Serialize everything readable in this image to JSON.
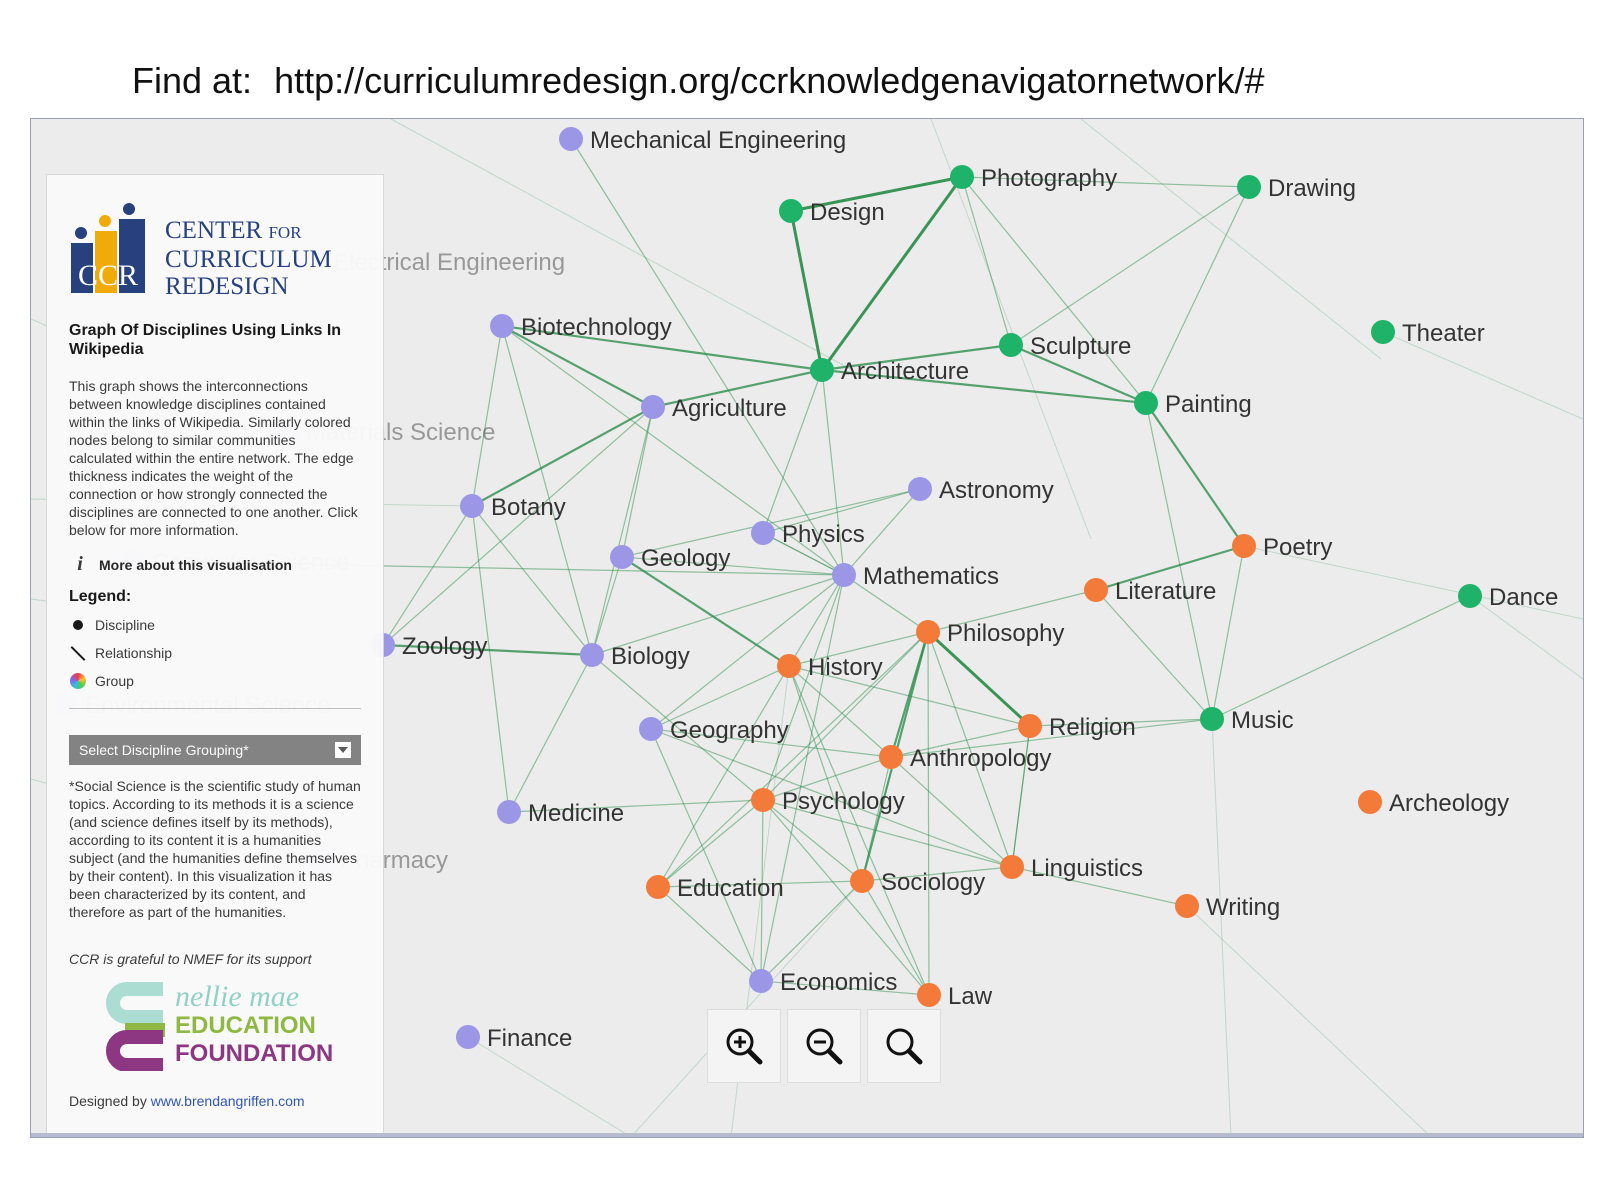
{
  "caption": {
    "prefix": "Find at:",
    "url": "http://curriculumredesign.org/ccrknowledgenavigatornetwork/#"
  },
  "sidebar": {
    "logo": {
      "line1": "CENTER",
      "line1_small": "FOR",
      "line2": "CURRICULUM",
      "line3": "REDESIGN",
      "mark": "CCR"
    },
    "title": "Graph Of Disciplines Using Links In Wikipedia",
    "description": "This graph shows the interconnections between knowledge disciplines contained within the links of Wikipedia. Similarly colored nodes belong to similar communities calculated within the entire network. The edge thickness indicates the weight of the connection or how strongly connected the disciplines are connected to one another. Click below for more information.",
    "more_label": "More about this visualisation",
    "legend_title": "Legend:",
    "legend": [
      {
        "icon": "dot-icon",
        "label": "Discipline"
      },
      {
        "icon": "line-icon",
        "label": "Relationship"
      },
      {
        "icon": "color-wheel-icon",
        "label": "Group"
      }
    ],
    "select_label": "Select Discipline Grouping*",
    "note": "*Social Science is the scientific study of human topics. According to its methods it is a science (and science defines itself by its methods), according to its content it is a humanities subject (and the humanities define themselves by their content). In this visualization it has been characterized by its content, and therefore as part of the humanities.",
    "grateful": "CCR is grateful to NMEF for its support",
    "nellie": {
      "line1": "nellie mae",
      "line2": "EDUCATION",
      "line3": "FOUNDATION"
    },
    "designed_prefix": "Designed by",
    "designed_link": "www.brendangriffen.com"
  },
  "colors": {
    "science": "#9b97e6",
    "arts": "#1fb36a",
    "humanities": "#f47a3a",
    "edge": "#2f8f4e"
  },
  "zoom": {
    "in_icon": "zoom-in-icon",
    "out_icon": "zoom-out-icon",
    "reset_icon": "zoom-reset-icon"
  },
  "graph": {
    "nodes": [
      {
        "label": "Mechanical Engineering",
        "group": "science"
      },
      {
        "label": "Electrical Engineering",
        "group": "science"
      },
      {
        "label": "Materials Science",
        "group": "science"
      },
      {
        "label": "Computer Science",
        "group": "science"
      },
      {
        "label": "Environmental Science",
        "group": "science"
      },
      {
        "label": "Biotechnology",
        "group": "science"
      },
      {
        "label": "Agriculture",
        "group": "science"
      },
      {
        "label": "Botany",
        "group": "science"
      },
      {
        "label": "Zoology",
        "group": "science"
      },
      {
        "label": "Geology",
        "group": "science"
      },
      {
        "label": "Physics",
        "group": "science"
      },
      {
        "label": "Astronomy",
        "group": "science"
      },
      {
        "label": "Mathematics",
        "group": "science"
      },
      {
        "label": "Biology",
        "group": "science"
      },
      {
        "label": "Geography",
        "group": "science"
      },
      {
        "label": "Medicine",
        "group": "science"
      },
      {
        "label": "Pharmacy",
        "group": "science"
      },
      {
        "label": "Economics",
        "group": "science"
      },
      {
        "label": "Finance",
        "group": "science"
      },
      {
        "label": "Design",
        "group": "arts"
      },
      {
        "label": "Photography",
        "group": "arts"
      },
      {
        "label": "Drawing",
        "group": "arts"
      },
      {
        "label": "Architecture",
        "group": "arts"
      },
      {
        "label": "Sculpture",
        "group": "arts"
      },
      {
        "label": "Theater",
        "group": "arts"
      },
      {
        "label": "Painting",
        "group": "arts"
      },
      {
        "label": "Dance",
        "group": "arts"
      },
      {
        "label": "Music",
        "group": "arts"
      },
      {
        "label": "Poetry",
        "group": "humanities"
      },
      {
        "label": "Literature",
        "group": "humanities"
      },
      {
        "label": "Philosophy",
        "group": "humanities"
      },
      {
        "label": "History",
        "group": "humanities"
      },
      {
        "label": "Religion",
        "group": "humanities"
      },
      {
        "label": "Anthropology",
        "group": "humanities"
      },
      {
        "label": "Psychology",
        "group": "humanities"
      },
      {
        "label": "Archeology",
        "group": "humanities"
      },
      {
        "label": "Linguistics",
        "group": "humanities"
      },
      {
        "label": "Education",
        "group": "humanities"
      },
      {
        "label": "Sociology",
        "group": "humanities"
      },
      {
        "label": "Writing",
        "group": "humanities"
      },
      {
        "label": "Law",
        "group": "humanities"
      }
    ],
    "edges": [
      [
        "Design",
        "Photography",
        3
      ],
      [
        "Design",
        "Architecture",
        3
      ],
      [
        "Photography",
        "Architecture",
        3
      ],
      [
        "Biotechnology",
        "Architecture",
        2
      ],
      [
        "Biotechnology",
        "Agriculture",
        2
      ],
      [
        "Agriculture",
        "Architecture",
        2
      ],
      [
        "Agriculture",
        "Botany",
        2
      ],
      [
        "Architecture",
        "Sculpture",
        2
      ],
      [
        "Architecture",
        "Painting",
        2
      ],
      [
        "Sculpture",
        "Painting",
        2
      ],
      [
        "Painting",
        "Poetry",
        2
      ],
      [
        "Poetry",
        "Literature",
        2
      ],
      [
        "Philosophy",
        "Religion",
        3
      ],
      [
        "Philosophy",
        "Anthropology",
        2
      ],
      [
        "Philosophy",
        "Sociology",
        2
      ],
      [
        "History",
        "Geology",
        2
      ],
      [
        "History",
        "Anthropology",
        1
      ],
      [
        "Zoology",
        "Biology",
        2
      ],
      [
        "Botany",
        "Biology",
        1
      ],
      [
        "Botany",
        "Zoology",
        1
      ],
      [
        "Botany",
        "Medicine",
        1
      ],
      [
        "Biotechnology",
        "Botany",
        1
      ],
      [
        "Biotechnology",
        "Biology",
        1
      ],
      [
        "Biotechnology",
        "Mathematics",
        1
      ],
      [
        "Agriculture",
        "Geology",
        1
      ],
      [
        "Agriculture",
        "Biology",
        1
      ],
      [
        "Geology",
        "Biology",
        1
      ],
      [
        "Geology",
        "Mathematics",
        1
      ],
      [
        "Physics",
        "Mathematics",
        1
      ],
      [
        "Physics",
        "Astronomy",
        1
      ],
      [
        "Geology",
        "Astronomy",
        1
      ],
      [
        "Astronomy",
        "Mathematics",
        1
      ],
      [
        "Mathematics",
        "Philosophy",
        1
      ],
      [
        "Mathematics",
        "History",
        1
      ],
      [
        "Mathematics",
        "Geography",
        1
      ],
      [
        "Mathematics",
        "Psychology",
        1
      ],
      [
        "Mathematics",
        "Economics",
        1
      ],
      [
        "Mathematics",
        "Physics",
        1
      ],
      [
        "Computer Science",
        "Mathematics",
        1
      ],
      [
        "Biology",
        "Medicine",
        1
      ],
      [
        "Biology",
        "Psychology",
        1
      ],
      [
        "Biology",
        "Mathematics",
        1
      ],
      [
        "Medicine",
        "Psychology",
        1
      ],
      [
        "Geography",
        "Anthropology",
        1
      ],
      [
        "Geography",
        "History",
        1
      ],
      [
        "Geography",
        "Linguistics",
        1
      ],
      [
        "History",
        "Religion",
        1
      ],
      [
        "History",
        "Philosophy",
        1
      ],
      [
        "History",
        "Sociology",
        1
      ],
      [
        "History",
        "Education",
        1
      ],
      [
        "History",
        "Law",
        1
      ],
      [
        "Anthropology",
        "Religion",
        1
      ],
      [
        "Anthropology",
        "Psychology",
        1
      ],
      [
        "Anthropology",
        "Sociology",
        1
      ],
      [
        "Anthropology",
        "Linguistics",
        1
      ],
      [
        "Anthropology",
        "Music",
        1
      ],
      [
        "Psychology",
        "Sociology",
        1
      ],
      [
        "Psychology",
        "Education",
        1
      ],
      [
        "Psychology",
        "Linguistics",
        1
      ],
      [
        "Psychology",
        "Economics",
        1
      ],
      [
        "Psychology",
        "Law",
        1
      ],
      [
        "Sociology",
        "Education",
        1
      ],
      [
        "Sociology",
        "Economics",
        1
      ],
      [
        "Sociology",
        "Law",
        1
      ],
      [
        "Sociology",
        "Linguistics",
        1
      ],
      [
        "Education",
        "Economics",
        1
      ],
      [
        "Economics",
        "Law",
        1
      ],
      [
        "Linguistics",
        "Writing",
        1
      ],
      [
        "Linguistics",
        "Religion",
        1
      ],
      [
        "Religion",
        "Music",
        1
      ],
      [
        "Literature",
        "Philosophy",
        1
      ],
      [
        "Literature",
        "Music",
        1
      ],
      [
        "Poetry",
        "Music",
        1
      ],
      [
        "Music",
        "Dance",
        1
      ],
      [
        "Music",
        "Painting",
        1
      ],
      [
        "Drawing",
        "Painting",
        1
      ],
      [
        "Drawing",
        "Sculpture",
        1
      ],
      [
        "Drawing",
        "Photography",
        1
      ],
      [
        "Photography",
        "Painting",
        1
      ],
      [
        "Photography",
        "Sculpture",
        1
      ],
      [
        "Mechanical Engineering",
        "Mathematics",
        1
      ],
      [
        "Physics",
        "Architecture",
        1
      ],
      [
        "Mathematics",
        "Architecture",
        1
      ],
      [
        "Philosophy",
        "Law",
        1
      ],
      [
        "Philosophy",
        "Linguistics",
        1
      ],
      [
        "Philosophy",
        "Education",
        1
      ],
      [
        "Philosophy",
        "Psychology",
        1
      ],
      [
        "Economics",
        "Geography",
        1
      ],
      [
        "Zoology",
        "Agriculture",
        1
      ],
      [
        "Religion",
        "Linguistics",
        1
      ]
    ]
  }
}
